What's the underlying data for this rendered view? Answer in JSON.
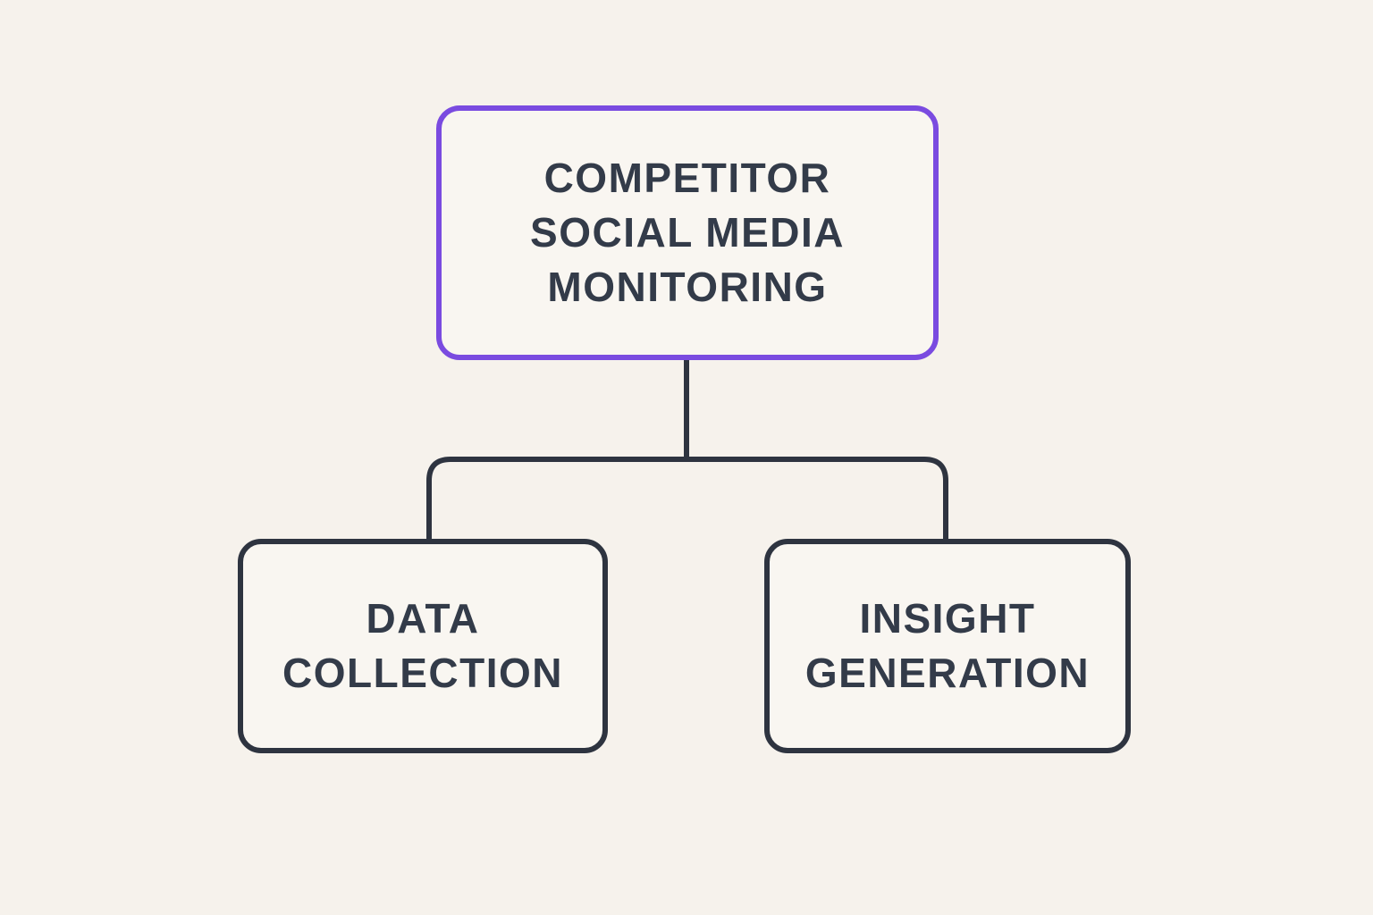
{
  "diagram": {
    "type": "flowchart",
    "nodes": {
      "root": {
        "id": "root",
        "label": "COMPETITOR SOCIAL MEDIA MONITORING",
        "role": "parent"
      },
      "data_collection": {
        "id": "data_collection",
        "label": "DATA COLLECTION",
        "role": "child"
      },
      "insight_generation": {
        "id": "insight_generation",
        "label": "INSIGHT GENERATION",
        "role": "child"
      }
    },
    "edges": [
      {
        "from": "root",
        "to": "data_collection"
      },
      {
        "from": "root",
        "to": "insight_generation"
      }
    ]
  },
  "colors": {
    "background": "#f6f2ec",
    "box_fill": "#f9f6f1",
    "root_border": "#7a4be0",
    "child_border": "#2e3440",
    "line": "#2e3440",
    "text": "#333b49"
  }
}
